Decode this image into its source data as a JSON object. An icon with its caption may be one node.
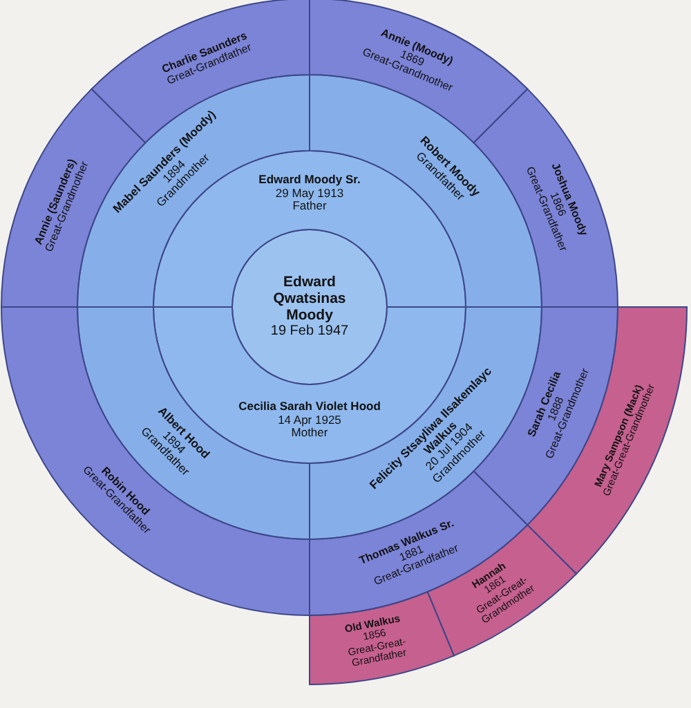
{
  "diagram": {
    "nodes": [
      {
        "text": [
          "Edward Qwatsinas Moody",
          "19 Feb 1947"
        ]
      },
      {
        "text": [
          "Edward Moody Sr.",
          "29 May 1913",
          "Father"
        ]
      },
      {
        "text": [
          "Cecilia Sarah Violet Hood",
          "14 Apr 1925",
          "Mother"
        ]
      },
      {
        "text": [
          "Mabel Saunders (Moody)",
          "1894",
          "Grandmother"
        ]
      },
      {
        "text": [
          "Robert Moody",
          "Grandfather"
        ]
      },
      {
        "text": [
          "Albert Hood",
          "1894",
          "Grandfather"
        ]
      },
      {
        "text": [
          "Felicity Stsayliwa Ilsakemlayc Walkus",
          "20 Jul 1904",
          "Grandmother"
        ]
      },
      {
        "text": [
          "Annie (Saunders)",
          "Great-Grandmother"
        ]
      },
      {
        "text": [
          "Charlie Saunders",
          "Great-Grandfather"
        ]
      },
      {
        "text": [
          "Annie (Moody)",
          "1869",
          "Great-Grandmother"
        ]
      },
      {
        "text": [
          "Joshua Moody",
          "1866",
          "Great-Grandfather"
        ]
      },
      {
        "text": [
          "Sarah Cecilia",
          "1888",
          "Great-Grandmother"
        ]
      },
      {
        "text": [
          "Thomas Walkus Sr.",
          "1881",
          "Great-Grandfather"
        ]
      },
      {
        "text": [
          "Robin Hood",
          "Great-Grandfather"
        ]
      },
      {
        "text": [
          "Mary Sampson (Mack)",
          "Great-Great-Grandmother"
        ]
      },
      {
        "text": [
          "Hannah",
          "1861",
          "Great-Great-Grandmother"
        ]
      },
      {
        "text": [
          "Old Walkus",
          "1856",
          "Great-Great-Grandfather"
        ]
      }
    ]
  }
}
